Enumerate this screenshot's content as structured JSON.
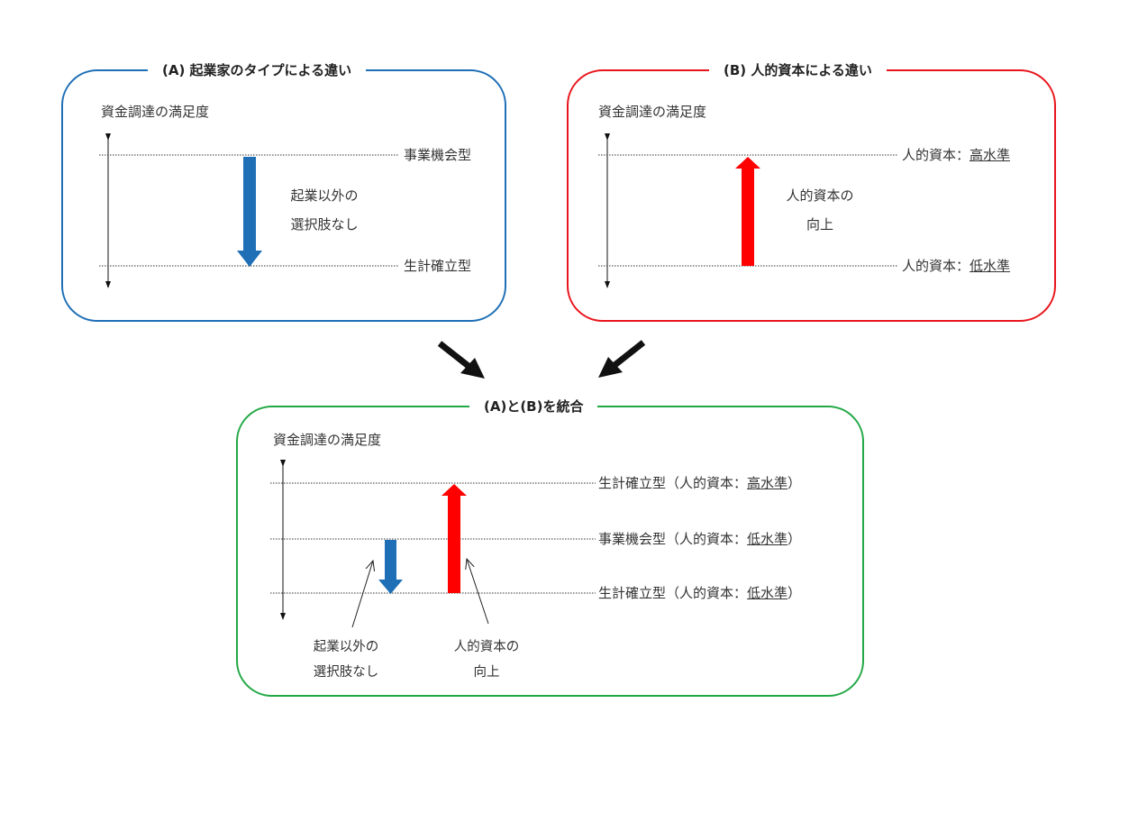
{
  "panel_a": {
    "title": "(A) 起業家のタイプによる違い",
    "axis_label": "資金調達の満足度",
    "top_label": "事業機会型",
    "bottom_label": "生計確立型",
    "arrow_caption_line1": "起業以外の",
    "arrow_caption_line2": "選択肢なし",
    "color": "#1e6fb6"
  },
  "panel_b": {
    "title": "(B) 人的資本による違い",
    "axis_label": "資金調達の満足度",
    "top_label_prefix": "人的資本：",
    "top_label_level": "高水準",
    "bottom_label_prefix": "人的資本：",
    "bottom_label_level": "低水準",
    "arrow_caption_line1": "人的資本の",
    "arrow_caption_line2": "向上",
    "color": "#e8151b"
  },
  "panel_c": {
    "title": "(A)と(B)を統合",
    "axis_label": "資金調達の満足度",
    "row1_type": "生計確立型",
    "row1_prefix": "（人的資本：",
    "row1_level": "高水準",
    "row1_suffix": "）",
    "row2_type": "事業機会型",
    "row2_prefix": "（人的資本：",
    "row2_level": "低水準",
    "row2_suffix": "）",
    "row3_type": "生計確立型",
    "row3_prefix": "（人的資本：",
    "row3_level": "低水準",
    "row3_suffix": "）",
    "blue_caption_line1": "起業以外の",
    "blue_caption_line2": "選択肢なし",
    "red_caption_line1": "人的資本の",
    "red_caption_line2": "向上",
    "color": "#22a845"
  },
  "icons": [
    "double-headed-axis-arrow-icon",
    "down-arrow-icon",
    "up-arrow-icon",
    "diagonal-arrow-icon"
  ]
}
